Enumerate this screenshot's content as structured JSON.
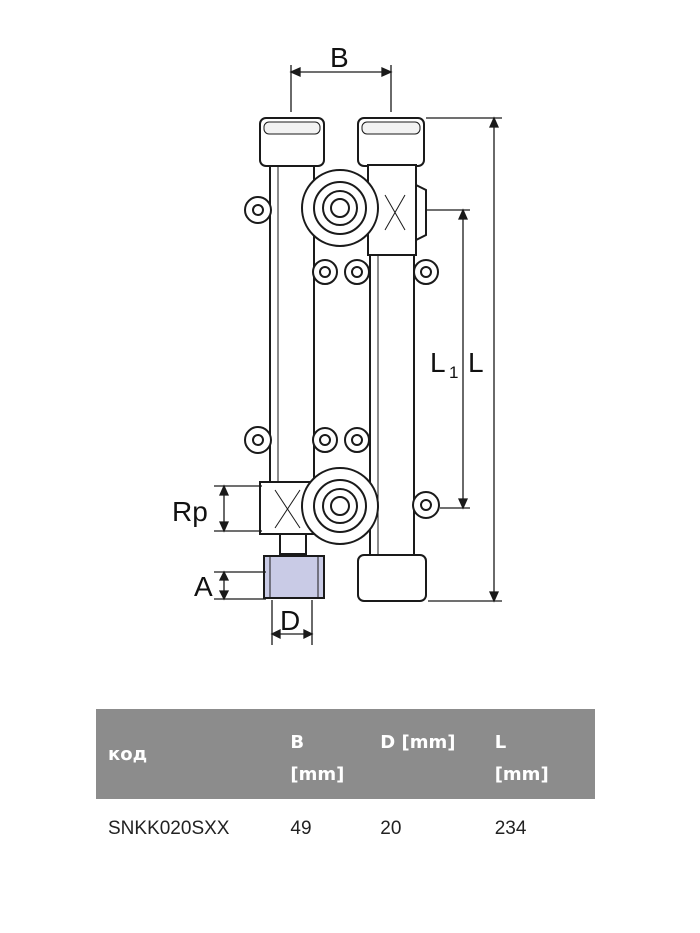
{
  "diagram": {
    "labels": {
      "b": "B",
      "l": "L",
      "l1_main": "L",
      "l1_sub": "1",
      "rp": "Rp",
      "a": "A",
      "d": "D"
    },
    "colors": {
      "line": "#1a1a1a",
      "fill": "#ffffff",
      "thread": "#c9cbe6"
    }
  },
  "table": {
    "headers": [
      {
        "line1": "код",
        "line2": ""
      },
      {
        "line1": "B",
        "line2": "[mm]"
      },
      {
        "line1": "D [mm]",
        "line2": ""
      },
      {
        "line1": "L",
        "line2": "[mm]"
      }
    ],
    "rows": [
      {
        "code": "SNKK020SXX",
        "b": "49",
        "d": "20",
        "l": "234"
      }
    ],
    "colors": {
      "header_bg": "#8c8c8c",
      "header_text": "#ffffff"
    }
  }
}
